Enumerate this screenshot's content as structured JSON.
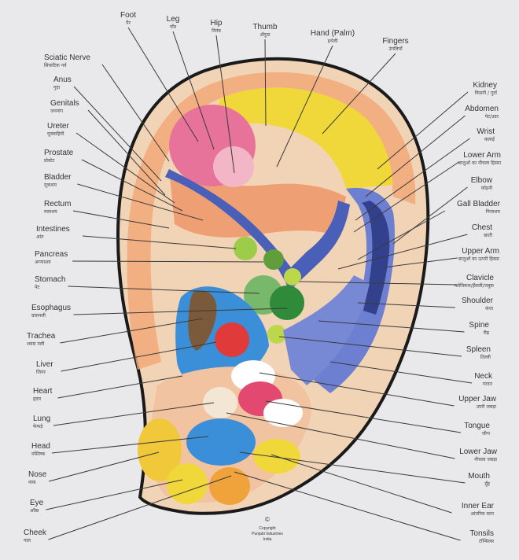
{
  "labels": {
    "top": [
      {
        "en": "Foot",
        "hi": "पैर"
      },
      {
        "en": "Leg",
        "hi": "पाँव"
      },
      {
        "en": "Hip",
        "hi": "नितंब"
      },
      {
        "en": "Thumb",
        "hi": "अँगूठा"
      },
      {
        "en": "Hand (Palm)",
        "hi": "हथेली"
      },
      {
        "en": "Fingers",
        "hi": "उंगलियाँ"
      }
    ],
    "left": [
      {
        "en": "Sciatic Nerve",
        "hi": "सियाटिक नर्व"
      },
      {
        "en": "Anus",
        "hi": "गुदा"
      },
      {
        "en": "Genitals",
        "hi": "जननांग"
      },
      {
        "en": "Ureter",
        "hi": "मूत्रवाहिनी"
      },
      {
        "en": "Prostate",
        "hi": "प्रोस्टेट"
      },
      {
        "en": "Bladder",
        "hi": "मूत्राशय"
      },
      {
        "en": "Rectum",
        "hi": "मलाशय"
      },
      {
        "en": "Intestines",
        "hi": "आंत"
      },
      {
        "en": "Pancreas",
        "hi": "अग्न्याशय"
      },
      {
        "en": "Stomach",
        "hi": "पेट"
      },
      {
        "en": "Esophagus",
        "hi": "ग्रासनली"
      },
      {
        "en": "Trachea",
        "hi": "श्वास नली"
      },
      {
        "en": "Liver",
        "hi": "जिगर"
      },
      {
        "en": "Heart",
        "hi": "हृदय"
      },
      {
        "en": "Lung",
        "hi": "फेफड़े"
      },
      {
        "en": "Head",
        "hi": "मस्तिष्क"
      },
      {
        "en": "Nose",
        "hi": "नाक"
      },
      {
        "en": "Eye",
        "hi": "आँख"
      },
      {
        "en": "Cheek",
        "hi": "गाल"
      }
    ],
    "right": [
      {
        "en": "Kidney",
        "hi": "किडनी / गुर्दा"
      },
      {
        "en": "Abdomen",
        "hi": "पेट/उदर"
      },
      {
        "en": "Wrist",
        "hi": "कलाई"
      },
      {
        "en": "Lower Arm",
        "hi": "बाजुओं का नीचला हिस्सा"
      },
      {
        "en": "Elbow",
        "hi": "कोहनी"
      },
      {
        "en": "Gall Bladder",
        "hi": "पित्ताशय"
      },
      {
        "en": "Chest",
        "hi": "छाती"
      },
      {
        "en": "Upper Arm",
        "hi": "बाजुओं का ऊपरी हिस्सा"
      },
      {
        "en": "Clavicle",
        "hi": "क्लेविकल/हँसली/जत्रुक"
      },
      {
        "en": "Shoulder",
        "hi": "कंधा"
      },
      {
        "en": "Spine",
        "hi": "रीढ़"
      },
      {
        "en": "Spleen",
        "hi": "तिल्ली"
      },
      {
        "en": "Neck",
        "hi": "गरदन"
      },
      {
        "en": "Upper Jaw",
        "hi": "उपरी जबड़ा"
      },
      {
        "en": "Tongue",
        "hi": "जीभ"
      },
      {
        "en": "Lower Jaw",
        "hi": "नीचला जबड़ा"
      },
      {
        "en": "Mouth",
        "hi": "मुँह"
      },
      {
        "en": "Inner Ear",
        "hi": "आंतरिक कान"
      },
      {
        "en": "Tonsils",
        "hi": "टॉन्सिल्स"
      }
    ]
  },
  "copyright": {
    "symbol": "©",
    "line1": "Copyright",
    "line2": "Punjabi Industries",
    "line3": "India"
  },
  "colors": {
    "outline": "#1a1a1a",
    "rim": "#f1d3b6",
    "peach": "#f2a878",
    "salmon": "#ee9464",
    "pink": "#e8739a",
    "yellow": "#f0d83a",
    "blue": "#6c7fd0",
    "navy": "#33418c",
    "green": "#5f9e3a",
    "brown": "#7b5a3c",
    "red": "#e03a3a",
    "sky": "#3a8fd8",
    "paper": "#e9e9ec"
  }
}
